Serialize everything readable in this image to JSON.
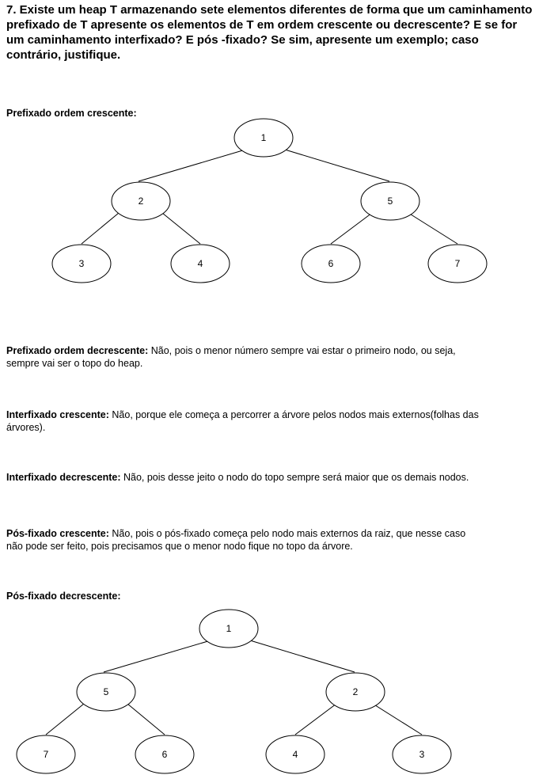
{
  "question": "7. Existe um heap T armazenando sete elementos diferentes de forma que um caminhamento prefixado de T apresente os elementos de T em ordem crescente ou decrescente? E se for um caminhamento interfixado? E pós -fixado? Se sim, apresente um exemplo; caso contrário, justifique.",
  "tree1": {
    "label": "Prefixado ordem crescente:",
    "root": "1",
    "left": "2",
    "right": "5",
    "ll": "3",
    "lr": "4",
    "rl": "6",
    "rr": "7"
  },
  "answers": [
    {
      "title": "Prefixado ordem decrescente:",
      "text": " Não, pois o menor número sempre vai estar o primeiro nodo, ou seja, sempre vai ser o topo do heap."
    },
    {
      "title": "Interfixado crescente:",
      "text": " Não, porque ele começa a percorrer a árvore pelos nodos mais externos(folhas das árvores)."
    },
    {
      "title": "Interfixado decrescente:",
      "text": " Não, pois desse jeito o nodo do topo sempre será maior que os demais nodos."
    },
    {
      "title": "Pós-fixado crescente:",
      "text": " Não, pois o pós-fixado começa pelo nodo mais externos da raiz, que nesse caso não pode ser feito, pois precisamos que o menor nodo fique no topo da árvore."
    }
  ],
  "tree2": {
    "label": "Pós-fixado decrescente:",
    "root": "1",
    "left": "5",
    "right": "2",
    "ll": "7",
    "lr": "6",
    "rl": "4",
    "rr": "3"
  }
}
